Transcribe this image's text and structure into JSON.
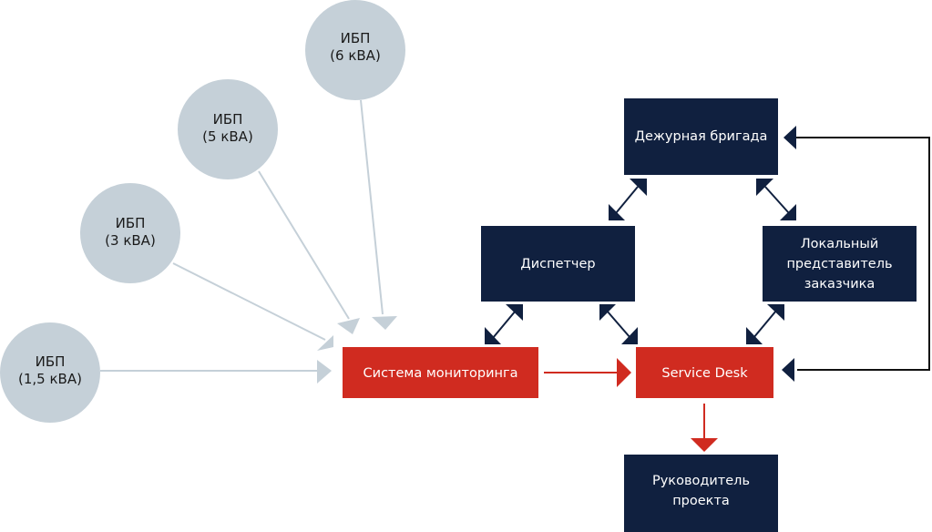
{
  "colors": {
    "circle_fill": "#c5d0d8",
    "connector_gray": "#c5d0d8",
    "red": "#d02b20",
    "navy": "#10203f",
    "black_line": "#111111"
  },
  "ups_nodes": [
    {
      "id": "ups-6",
      "line1": "ИБП",
      "line2": "(6 кВА)"
    },
    {
      "id": "ups-5",
      "line1": "ИБП",
      "line2": "(5 кВА)"
    },
    {
      "id": "ups-3",
      "line1": "ИБП",
      "line2": "(3 кВА)"
    },
    {
      "id": "ups-1-5",
      "line1": "ИБП",
      "line2": "(1,5 кВА)"
    }
  ],
  "boxes": {
    "monitoring": {
      "lines": [
        "Система мониторинга"
      ]
    },
    "service_desk": {
      "lines": [
        "Service Desk"
      ]
    },
    "duty_team": {
      "lines": [
        "Дежурная бригада"
      ]
    },
    "dispatcher": {
      "lines": [
        "Диспетчер"
      ]
    },
    "local_rep": {
      "lines": [
        "Локальный",
        "представитель",
        "заказчика"
      ]
    },
    "project_manager": {
      "lines": [
        "Руководитель",
        "проекта"
      ]
    }
  },
  "edges": [
    {
      "from": "ups-6",
      "to": "monitoring",
      "type": "one-way"
    },
    {
      "from": "ups-5",
      "to": "monitoring",
      "type": "one-way"
    },
    {
      "from": "ups-3",
      "to": "monitoring",
      "type": "one-way"
    },
    {
      "from": "ups-1-5",
      "to": "monitoring",
      "type": "one-way"
    },
    {
      "from": "monitoring",
      "to": "service_desk",
      "type": "one-way"
    },
    {
      "from": "service_desk",
      "to": "project_manager",
      "type": "one-way"
    },
    {
      "from": "duty_team",
      "to": "dispatcher",
      "type": "two-way"
    },
    {
      "from": "duty_team",
      "to": "local_rep",
      "type": "two-way"
    },
    {
      "from": "dispatcher",
      "to": "monitoring",
      "type": "two-way"
    },
    {
      "from": "dispatcher",
      "to": "service_desk",
      "type": "two-way"
    },
    {
      "from": "local_rep",
      "to": "service_desk",
      "type": "two-way"
    },
    {
      "from": "right-loop",
      "to": "duty_team",
      "type": "one-way"
    },
    {
      "from": "right-loop",
      "to": "service_desk",
      "type": "one-way"
    }
  ]
}
